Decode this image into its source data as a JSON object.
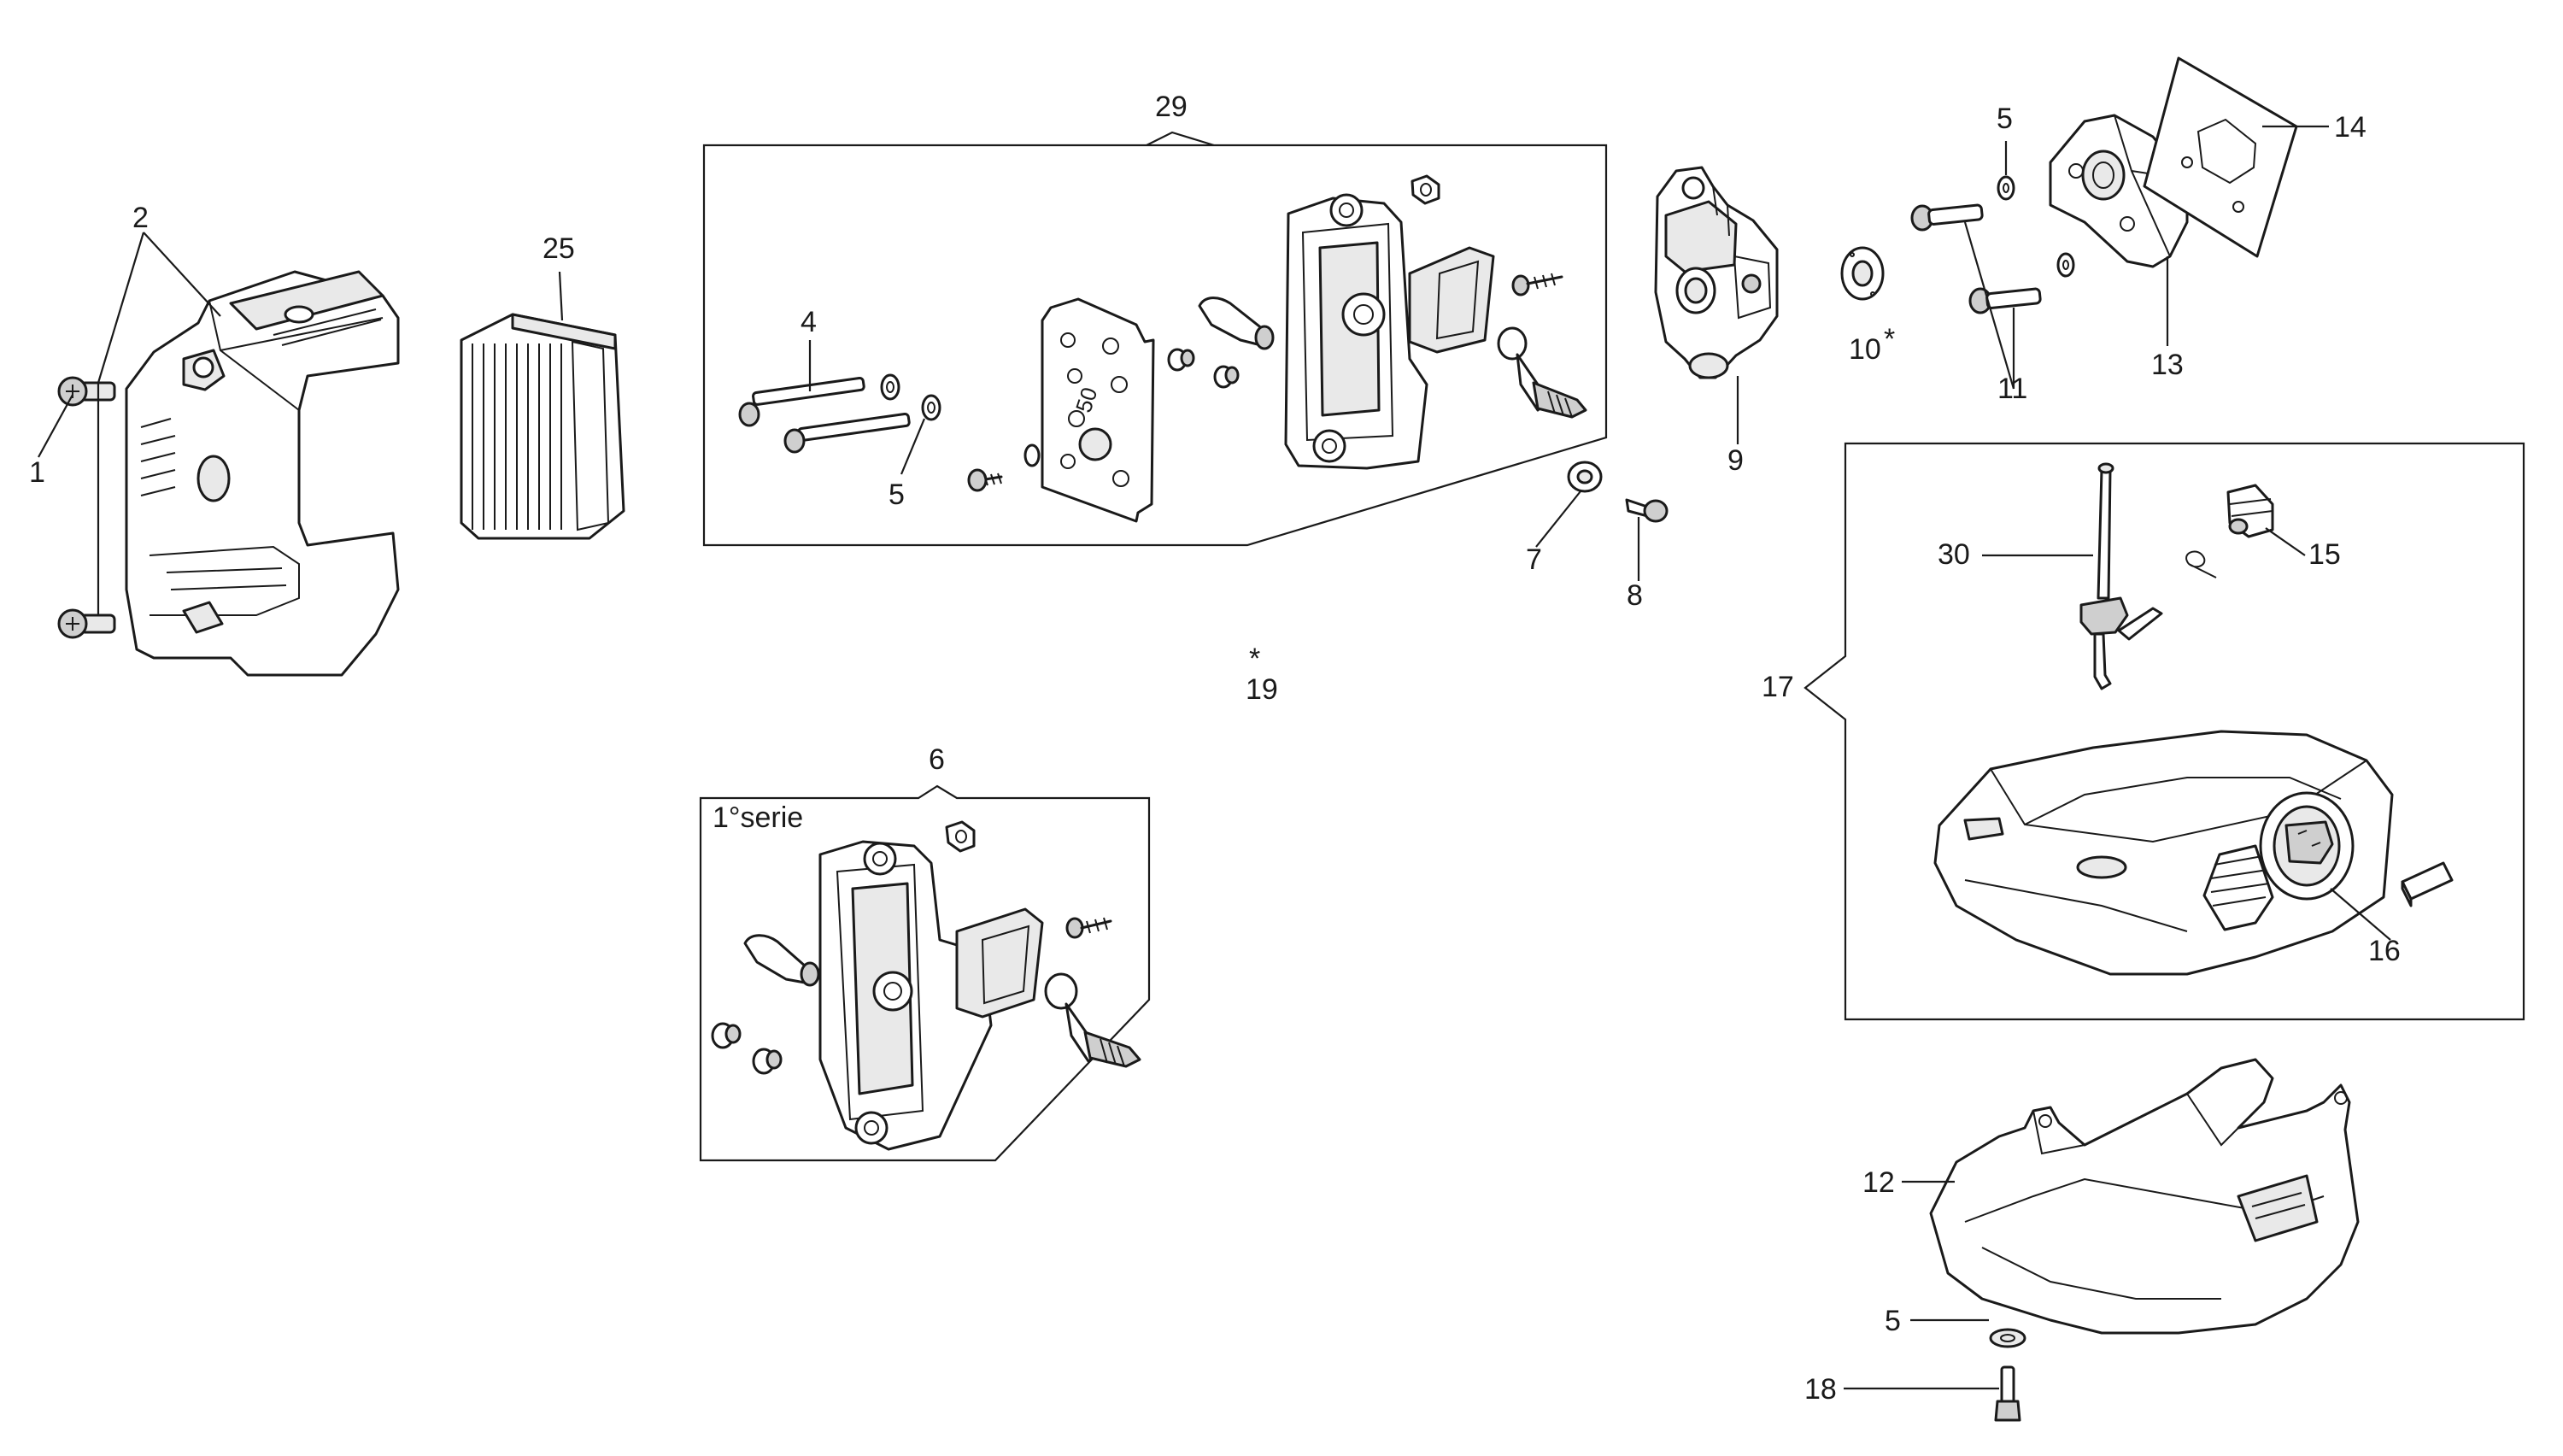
{
  "diagram": {
    "callouts": {
      "c1": "1",
      "c2": "2",
      "c25": "25",
      "c29": "29",
      "c4": "4",
      "c5a": "5",
      "c7": "7",
      "c8": "8",
      "c9": "9",
      "c10": "10",
      "c10_mark": "*",
      "c5b": "5",
      "c14": "14",
      "c13": "13",
      "c11": "11",
      "c19": "19",
      "c19_mark": "*",
      "c6": "6",
      "c30": "30",
      "c15": "15",
      "c17": "17",
      "c16": "16",
      "c12": "12",
      "c5c": "5",
      "c18": "18"
    },
    "inset_label": "1°serie",
    "plate_marking": "50"
  }
}
